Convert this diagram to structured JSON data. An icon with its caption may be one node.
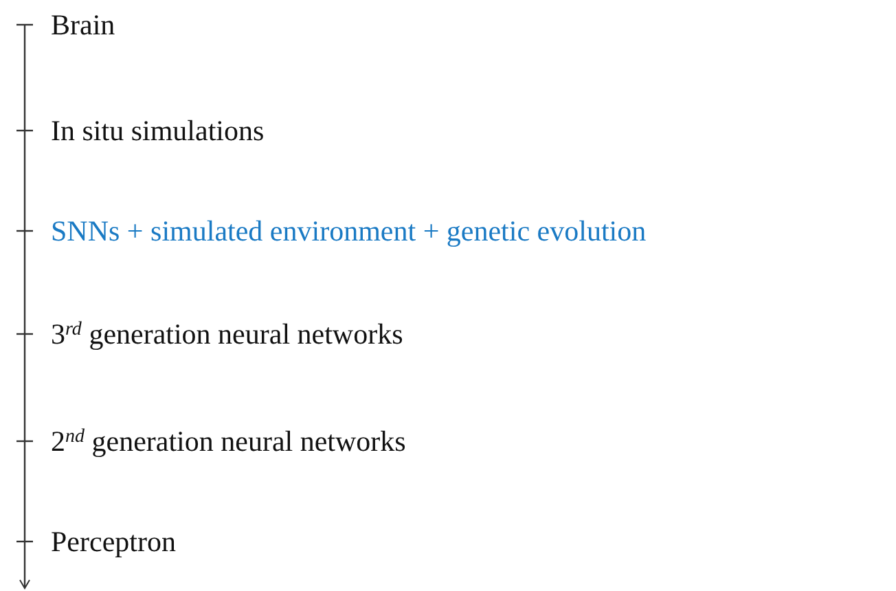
{
  "diagram": {
    "labels": [
      "Brain",
      "In situ simulations",
      "SNNs + simulated environment + genetic evolution",
      "3$^{rd}$ generation neural networks",
      "2$^{nd}$ generation neural networks",
      "Perceptron"
    ]
  }
}
